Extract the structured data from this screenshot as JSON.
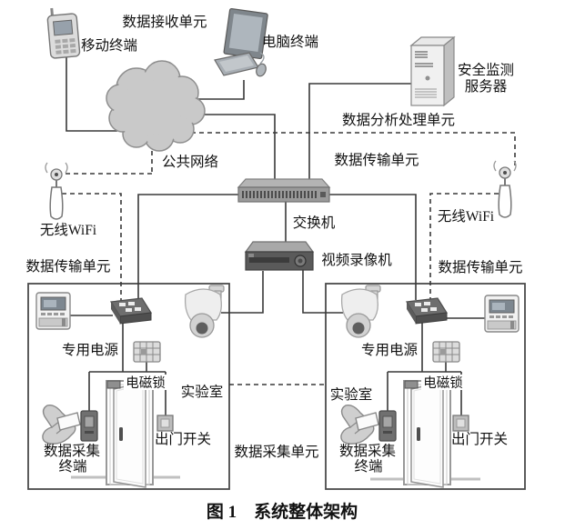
{
  "figure": {
    "caption": "图 1　系统整体架构"
  },
  "labels": {
    "receive_unit": "数据接收单元",
    "mobile_terminal": "移动终端",
    "computer_terminal": "电脑终端",
    "server_line1": "安全监测",
    "server_line2": "服务器",
    "public_network": "公共网络",
    "analysis_unit": "数据分析处理单元",
    "transmission_unit_top": "数据传输单元",
    "switch": "交换机",
    "video_recorder": "视频录像机",
    "wifi_left": "无线WiFi",
    "wifi_right": "无线WiFi",
    "transmission_unit_left": "数据传输单元",
    "transmission_unit_right": "数据传输单元",
    "dedicated_power_left": "专用电源",
    "dedicated_power_right": "专用电源",
    "magnetic_lock_left": "电磁锁",
    "magnetic_lock_right": "电磁锁",
    "laboratory_left": "实验室",
    "laboratory_right": "实验室",
    "exit_switch_left": "出门开关",
    "exit_switch_right": "出门开关",
    "collect_terminal_left_line1": "数据采集",
    "collect_terminal_left_line2": "终端",
    "collect_terminal_right_line1": "数据采集",
    "collect_terminal_right_line2": "终端",
    "collect_unit": "数据采集单元",
    "caption": "图 1　系统整体架构"
  },
  "icons": [
    "mobile-phone-icon",
    "desktop-computer-icon",
    "server-icon",
    "network-cloud-icon",
    "wifi-antenna-icon",
    "switch-icon",
    "dvr-icon",
    "power-meter-icon",
    "controller-icon",
    "ptz-camera-icon",
    "keypad-icon",
    "door-icon",
    "magnetic-lock-icon",
    "card-in-hand-icon",
    "card-reader-icon",
    "exit-switch-icon"
  ],
  "colors": {
    "line": "#383838",
    "box_border": "#4a4a4a",
    "cloud_fill": "#c9c9c9",
    "text": "#111111"
  }
}
